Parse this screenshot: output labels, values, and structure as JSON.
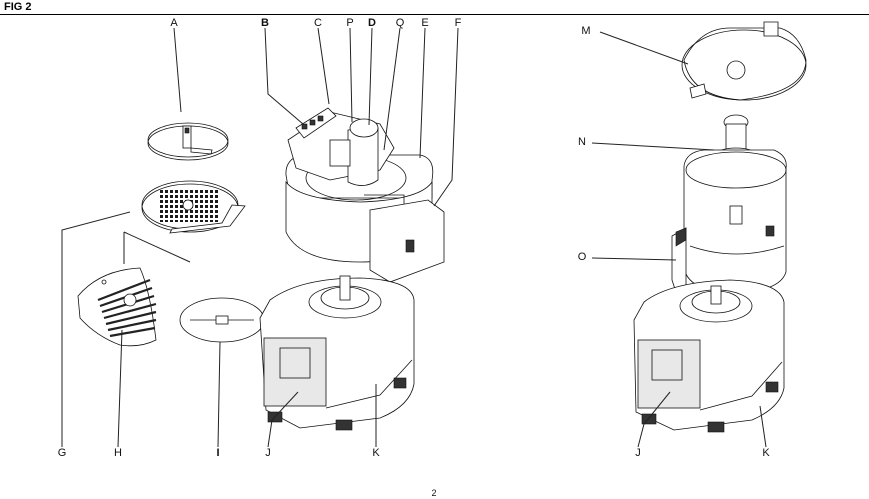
{
  "figure_title": "FIG 2",
  "page_number": "2",
  "labels": {
    "A": "A",
    "B": "B",
    "C": "C",
    "P": "P",
    "D": "D",
    "Q": "Q",
    "E": "E",
    "F": "F",
    "G": "G",
    "H": "H",
    "I": "I",
    "J1": "J",
    "K1": "K",
    "M": "M",
    "N": "N",
    "O": "O",
    "J2": "J",
    "K2": "K"
  }
}
